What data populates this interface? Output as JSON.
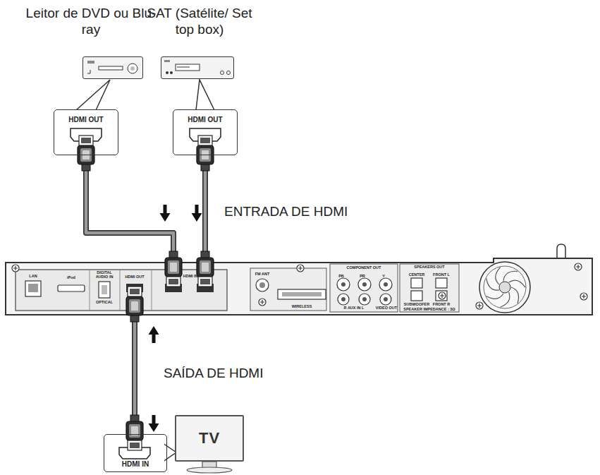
{
  "diagram": {
    "nodes": [
      {
        "text": [
          "Leitor de DVD ou Blu-ray"
        ]
      },
      {
        "text": [
          "SAT (Satélite/ Set top box)"
        ]
      },
      {
        "text": [
          "HDMI OUT"
        ]
      },
      {
        "text": [
          "HDMI OUT"
        ]
      },
      {
        "text": [
          "LAN",
          "iPod",
          "DIGITAL AUDIO IN",
          "OPTICAL",
          "HDMI OUT",
          "HDMI IN",
          "FM ANT",
          "COMPONENT OUT",
          "PB",
          "PR",
          "Y",
          "WIRELESS",
          "R AUX IN L",
          "VIDEO OUT",
          "SPEAKERS OUT",
          "CENTER",
          "FRONT L",
          "SUBWOOFER",
          "FRONT R",
          "SPEAKER IMPEDANCE : 3Ω"
        ]
      },
      {
        "text": [
          "HDMI IN"
        ]
      },
      {
        "text": [
          "TV"
        ]
      }
    ],
    "edges": [
      {
        "from": 2,
        "to": 4,
        "arrow": "to"
      },
      {
        "from": 3,
        "to": 4,
        "arrow": "to"
      },
      {
        "from": 4,
        "to": 5,
        "arrow": "both"
      }
    ],
    "labels": [
      "ENTRADA DE HDMI",
      "SAÍDA DE HDMI"
    ]
  }
}
